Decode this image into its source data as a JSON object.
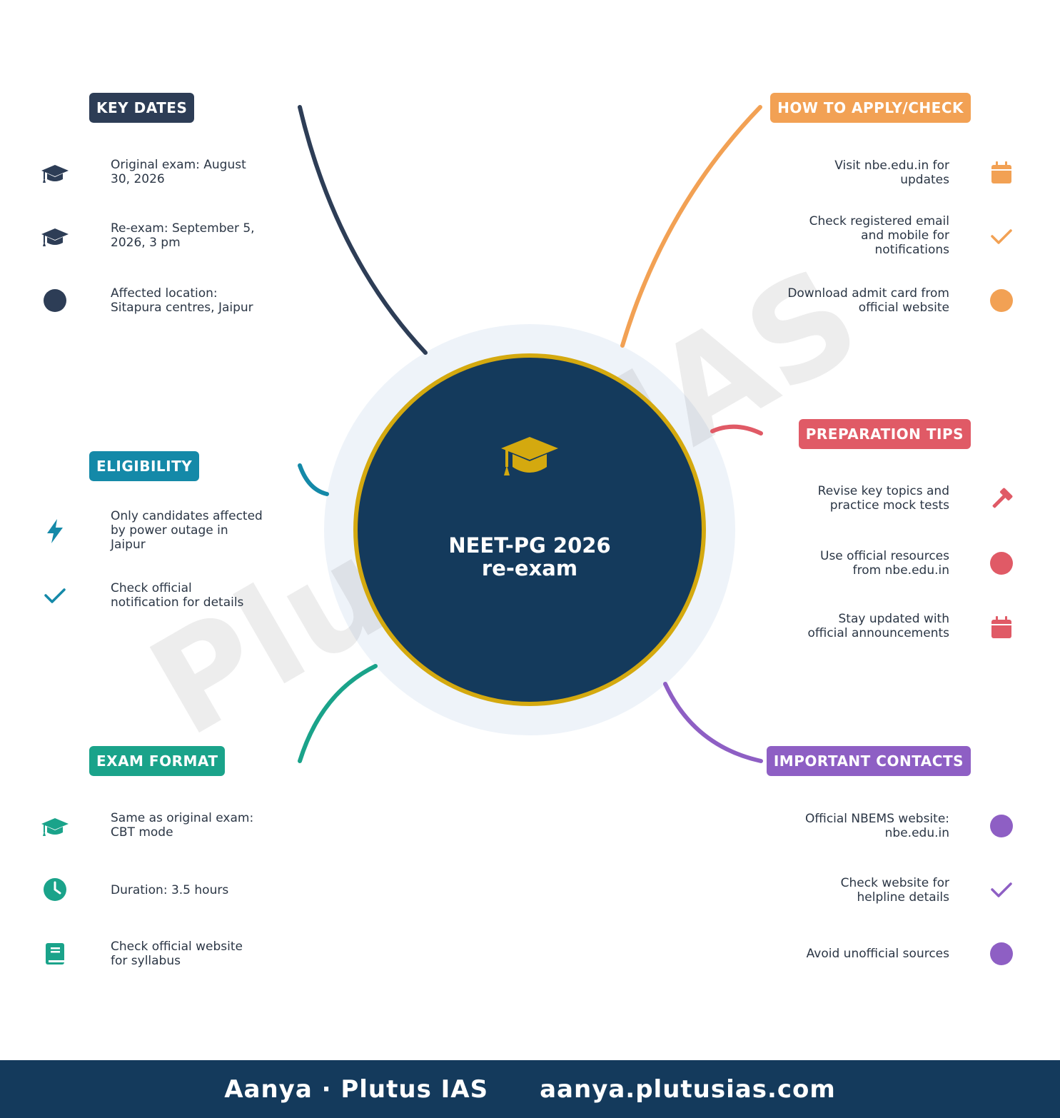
{
  "center": {
    "title": "NEET-PG 2026\nre-exam",
    "icon": "graduation-cap-icon",
    "fill_color": "#143a5c",
    "ring_color": "#d4a90f",
    "halo_color": "#eef3f9"
  },
  "watermark": "Plutus IAS",
  "branches": {
    "key_dates": {
      "label": "KEY DATES",
      "color": "#2d3d56",
      "items": [
        {
          "text": "Original exam: August\n30, 2026",
          "icon": "graduation-cap-icon"
        },
        {
          "text": "Re-exam: September 5,\n2026, 3 pm",
          "icon": "graduation-cap-icon"
        },
        {
          "text": "Affected location:\nSitapura centres, Jaipur",
          "icon": "circle-icon"
        }
      ]
    },
    "eligibility": {
      "label": "ELIGIBILITY",
      "color": "#1489a8",
      "items": [
        {
          "text": "Only candidates affected\nby power outage in\nJaipur",
          "icon": "lightning-icon"
        },
        {
          "text": "Check official\nnotification for details",
          "icon": "check-icon"
        }
      ]
    },
    "exam_format": {
      "label": "EXAM FORMAT",
      "color": "#1aa38a",
      "items": [
        {
          "text": "Same as original exam:\nCBT mode",
          "icon": "graduation-cap-icon"
        },
        {
          "text": "Duration: 3.5 hours",
          "icon": "clock-icon"
        },
        {
          "text": "Check official website\nfor syllabus",
          "icon": "book-icon"
        }
      ]
    },
    "how_to_apply": {
      "label": "HOW TO APPLY/CHECK",
      "color": "#f2a154",
      "items": [
        {
          "text": "Visit nbe.edu.in for\nupdates",
          "icon": "calendar-icon"
        },
        {
          "text": "Check registered email\nand mobile for\nnotifications",
          "icon": "check-icon"
        },
        {
          "text": "Download admit card from\nofficial website",
          "icon": "circle-icon"
        }
      ]
    },
    "preparation_tips": {
      "label": "PREPARATION TIPS",
      "color": "#e05a66",
      "items": [
        {
          "text": "Revise key topics and\npractice mock tests",
          "icon": "gavel-icon"
        },
        {
          "text": "Use official resources\nfrom nbe.edu.in",
          "icon": "circle-icon"
        },
        {
          "text": "Stay updated with\nofficial announcements",
          "icon": "calendar-icon"
        }
      ]
    },
    "important_contacts": {
      "label": "IMPORTANT CONTACTS",
      "color": "#8e5fc4",
      "items": [
        {
          "text": "Official NBEMS website:\nnbe.edu.in",
          "icon": "circle-icon"
        },
        {
          "text": "Check website for\nhelpline details",
          "icon": "check-icon"
        },
        {
          "text": "Avoid unofficial sources",
          "icon": "circle-icon"
        }
      ]
    }
  },
  "footer": {
    "author": "Aanya · Plutus IAS",
    "website": "aanya.plutusias.com",
    "color": "#143a5c"
  }
}
